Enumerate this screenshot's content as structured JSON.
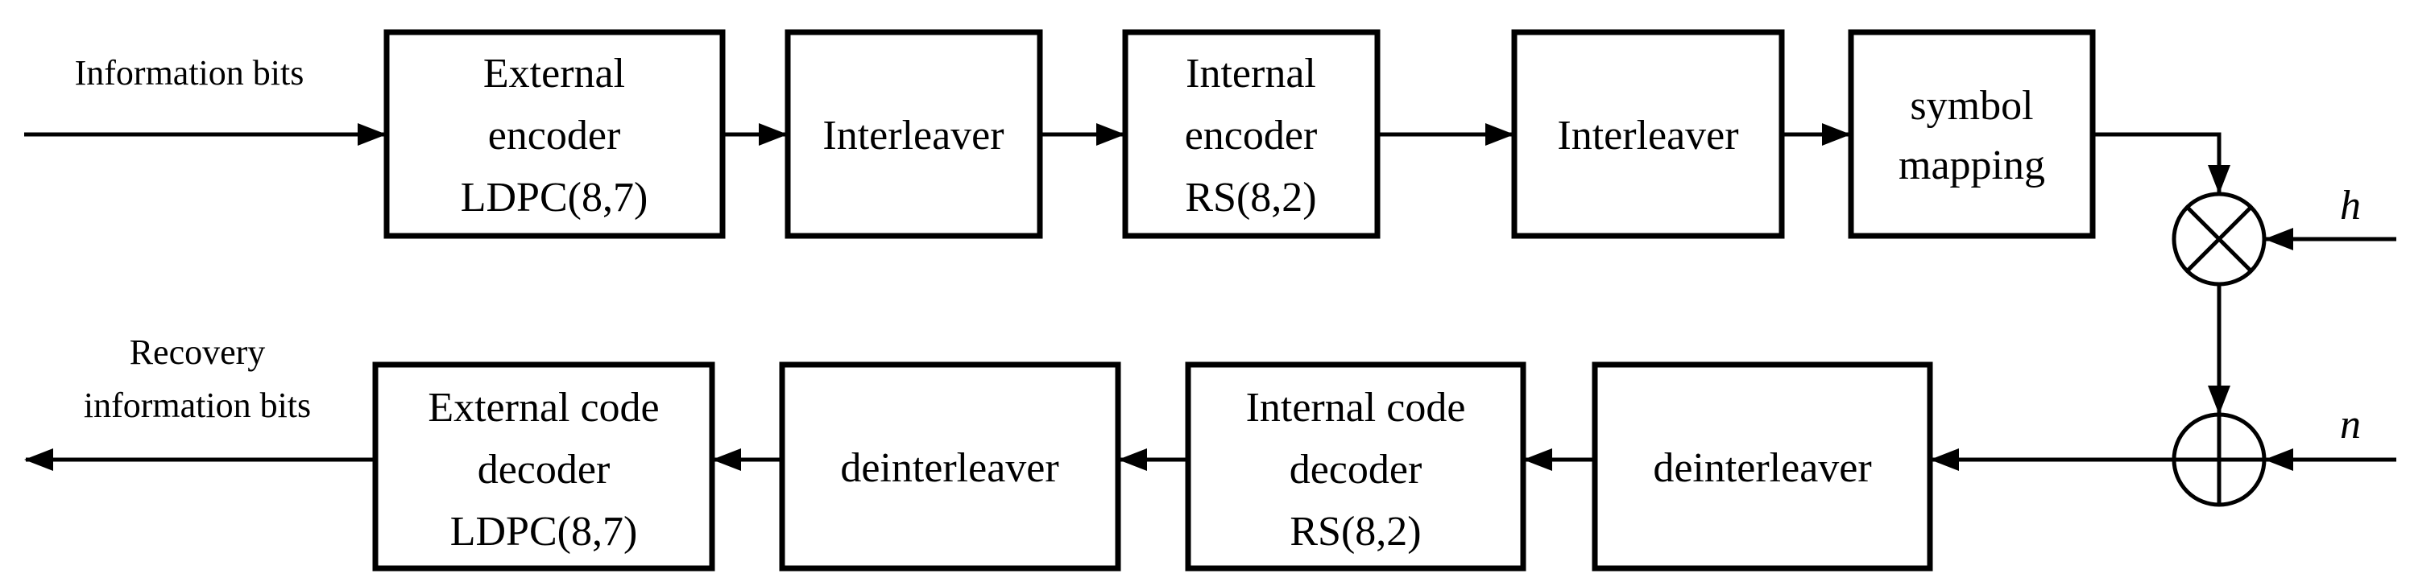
{
  "diagram": {
    "inputs": {
      "information_bits": "Information bits",
      "channel_gain": "h",
      "noise": "n"
    },
    "output": {
      "line1": "Recovery",
      "line2": "information bits"
    },
    "top_chain": [
      {
        "lines": [
          "External",
          "encoder",
          "LDPC(8,7)"
        ]
      },
      {
        "lines": [
          "Interleaver"
        ]
      },
      {
        "lines": [
          "Internal",
          "encoder",
          "RS(8,2)"
        ]
      },
      {
        "lines": [
          "Interleaver"
        ]
      },
      {
        "lines": [
          "symbol",
          "mapping"
        ]
      }
    ],
    "bottom_chain": [
      {
        "lines": [
          "External code",
          "decoder",
          "LDPC(8,7)"
        ]
      },
      {
        "lines": [
          "deinterleaver"
        ]
      },
      {
        "lines": [
          "Internal code",
          "decoder",
          "RS(8,2)"
        ]
      },
      {
        "lines": [
          "deinterleaver"
        ]
      }
    ],
    "colors": {
      "stroke": "#000000",
      "background": "#ffffff"
    }
  }
}
